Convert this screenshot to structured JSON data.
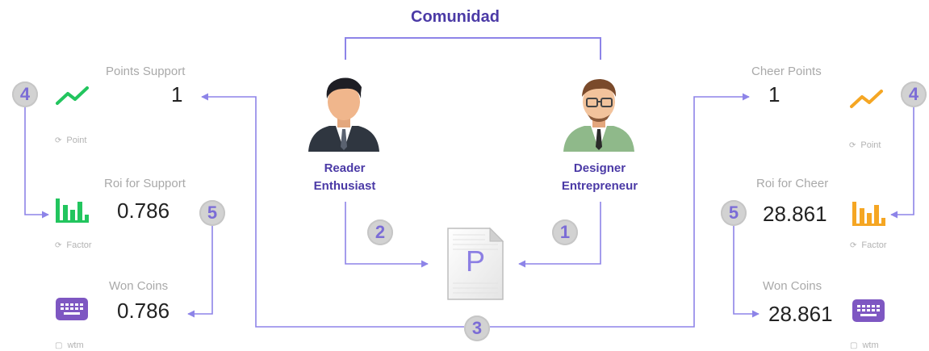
{
  "title": "Comunidad",
  "people": {
    "reader": {
      "line1": "Reader",
      "line2": "Enthusiast",
      "icon": "reader-person-icon"
    },
    "designer": {
      "line1": "Designer",
      "line2": "Entrepreneur",
      "icon": "designer-person-icon"
    }
  },
  "document": {
    "letter": "P",
    "icon": "document-icon"
  },
  "left": {
    "points": {
      "label": "Points Support",
      "value": "1",
      "sub": "Point",
      "icon": "trend-line-icon",
      "color": "#22c55e"
    },
    "roi": {
      "label": "Roi for Support",
      "value": "0.786",
      "sub": "Factor",
      "icon": "bar-chart-icon",
      "color": "#22c55e"
    },
    "coins": {
      "label": "Won Coins",
      "value": "0.786",
      "sub": "wtm",
      "icon": "keyboard-icon",
      "color": "#7e57c2"
    }
  },
  "right": {
    "points": {
      "label": "Cheer Points",
      "value": "1",
      "sub": "Point",
      "icon": "trend-line-icon",
      "color": "#f5a623"
    },
    "roi": {
      "label": "Roi for Cheer",
      "value": "28.861",
      "sub": "Factor",
      "icon": "bar-chart-icon",
      "color": "#f5a623"
    },
    "coins": {
      "label": "Won Coins",
      "value": "28.861",
      "sub": "wtm",
      "icon": "keyboard-icon",
      "color": "#7e57c2"
    }
  },
  "badges": {
    "one": "1",
    "two": "2",
    "three": "3",
    "four_left": "4",
    "four_right": "4",
    "five_left": "5",
    "five_right": "5"
  },
  "colors": {
    "connector": "#8d84e8",
    "bracket": "#8d84e8",
    "accent": "#4b3aa6",
    "badge_bg": "#d2d2d2"
  }
}
